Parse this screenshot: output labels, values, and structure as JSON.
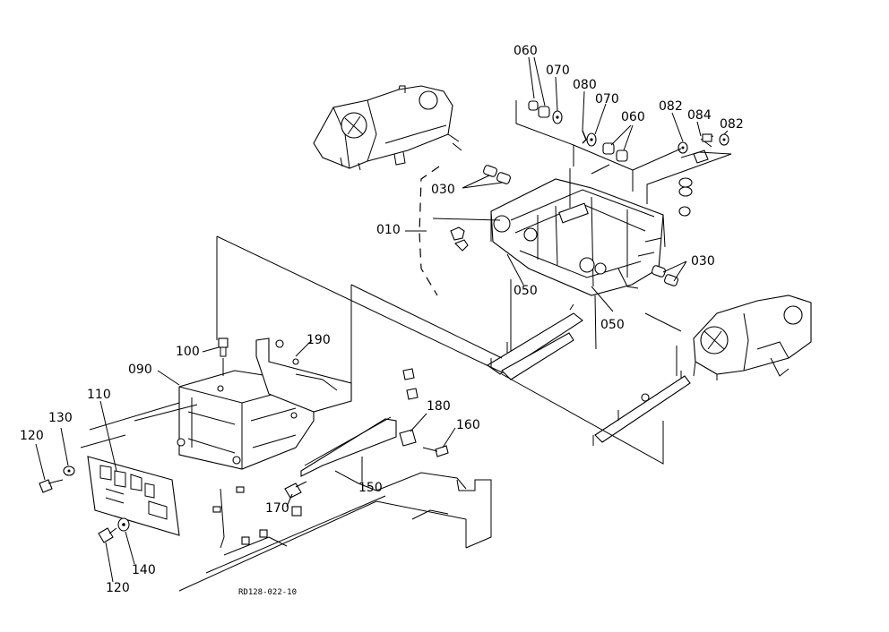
{
  "diagram": {
    "type": "exploded-parts-diagram",
    "drawing_code": "RD128-022-10",
    "callouts": [
      {
        "id": "c060a",
        "text": "060"
      },
      {
        "id": "c070a",
        "text": "070"
      },
      {
        "id": "c080",
        "text": "080"
      },
      {
        "id": "c070b",
        "text": "070"
      },
      {
        "id": "c060b",
        "text": "060"
      },
      {
        "id": "c082a",
        "text": "082"
      },
      {
        "id": "c084",
        "text": "084"
      },
      {
        "id": "c082b",
        "text": "082"
      },
      {
        "id": "c030a",
        "text": "030"
      },
      {
        "id": "c010",
        "text": "010"
      },
      {
        "id": "c050a",
        "text": "050"
      },
      {
        "id": "c050b",
        "text": "050"
      },
      {
        "id": "c030b",
        "text": "030"
      },
      {
        "id": "c100",
        "text": "100"
      },
      {
        "id": "c190",
        "text": "190"
      },
      {
        "id": "c090",
        "text": "090"
      },
      {
        "id": "c110",
        "text": "110"
      },
      {
        "id": "c130",
        "text": "130"
      },
      {
        "id": "c120a",
        "text": "120"
      },
      {
        "id": "c180",
        "text": "180"
      },
      {
        "id": "c160",
        "text": "160"
      },
      {
        "id": "c150",
        "text": "150"
      },
      {
        "id": "c170",
        "text": "170"
      },
      {
        "id": "c140",
        "text": "140"
      },
      {
        "id": "c120b",
        "text": "120"
      }
    ]
  }
}
